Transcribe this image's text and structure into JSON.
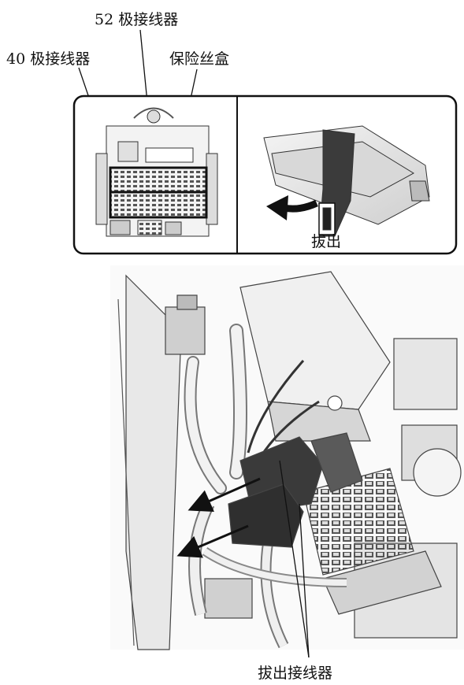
{
  "labels": {
    "connector_52": "52 极接线器",
    "connector_40": "40 极接线器",
    "fuse_box": "保险丝盒",
    "pull_out": "拔出",
    "pull_out_connector": "拔出接线器"
  },
  "colors": {
    "line": "#111111",
    "part_fill": "#e4e4e4",
    "part_dark": "#444444",
    "background": "#ffffff"
  },
  "icons": [
    "arrow-icon",
    "fuse-box-icon",
    "connector-icon"
  ]
}
